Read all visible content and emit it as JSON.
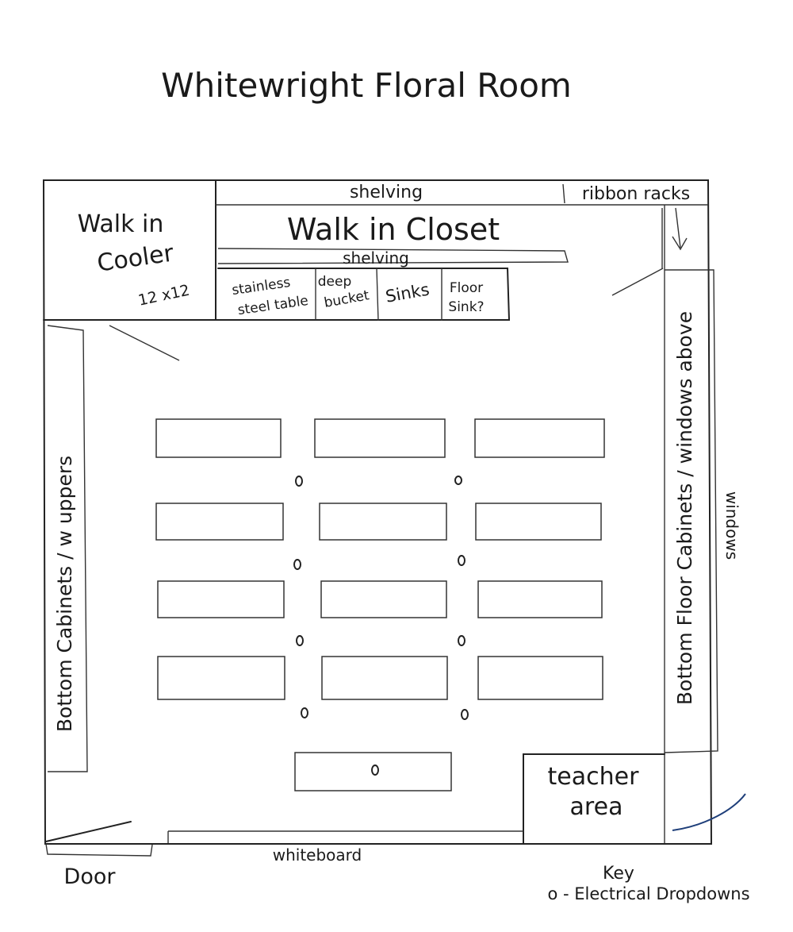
{
  "title": "Whitewright Floral Room",
  "labels": {
    "shelving_top": "shelving",
    "ribbon_racks": "ribbon racks",
    "walk_in_closet": "Walk in Closet",
    "shelving_bottom": "shelving",
    "walk_in_cooler_1": "Walk in",
    "walk_in_cooler_2": "Cooler",
    "cooler_size": "12 x12",
    "stainless_1": "stainless",
    "stainless_2": "steel table",
    "deep_1": "deep",
    "deep_2": "bucket",
    "sinks": "Sinks",
    "floor_sink_1": "Floor",
    "floor_sink_2": "Sink?",
    "left_cabinets": "Bottom Cabinets / w uppers",
    "right_cabinets": "Bottom Floor Cabinets / windows above",
    "windows": "windows",
    "teacher_1": "teacher",
    "teacher_2": "area",
    "whiteboard": "whiteboard",
    "door": "Door",
    "key_title": "Key",
    "key_item": "o - Electrical Dropdowns"
  },
  "outlet_symbol": "o",
  "colors": {
    "ink": "#1a1a1a",
    "door_swing": "#1f3f7a"
  }
}
